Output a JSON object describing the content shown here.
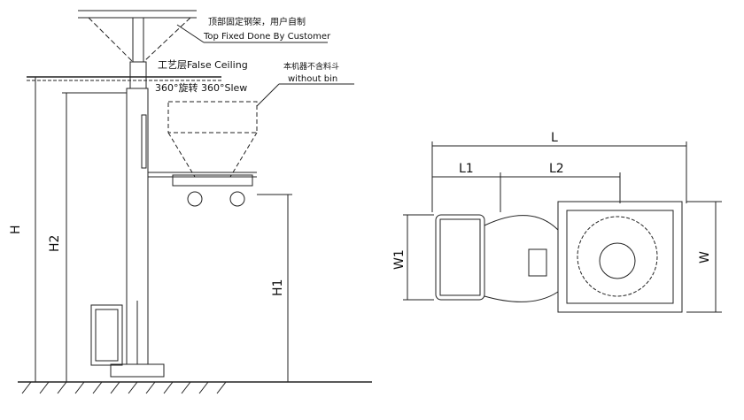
{
  "annotations": {
    "top_cn": "顶部固定钢架，用户自制",
    "top_en": "Top Fixed Done By Customer",
    "ceiling": "工艺层False Ceiling",
    "slew": "360°旋转 360°Slew",
    "bin_cn": "本机器不含料斗",
    "bin_en": "without bin"
  },
  "dimensions": {
    "H": "H",
    "H2": "H2",
    "H1": "H1",
    "L": "L",
    "L1": "L1",
    "L2": "L2",
    "W1": "W1",
    "W": "W"
  }
}
